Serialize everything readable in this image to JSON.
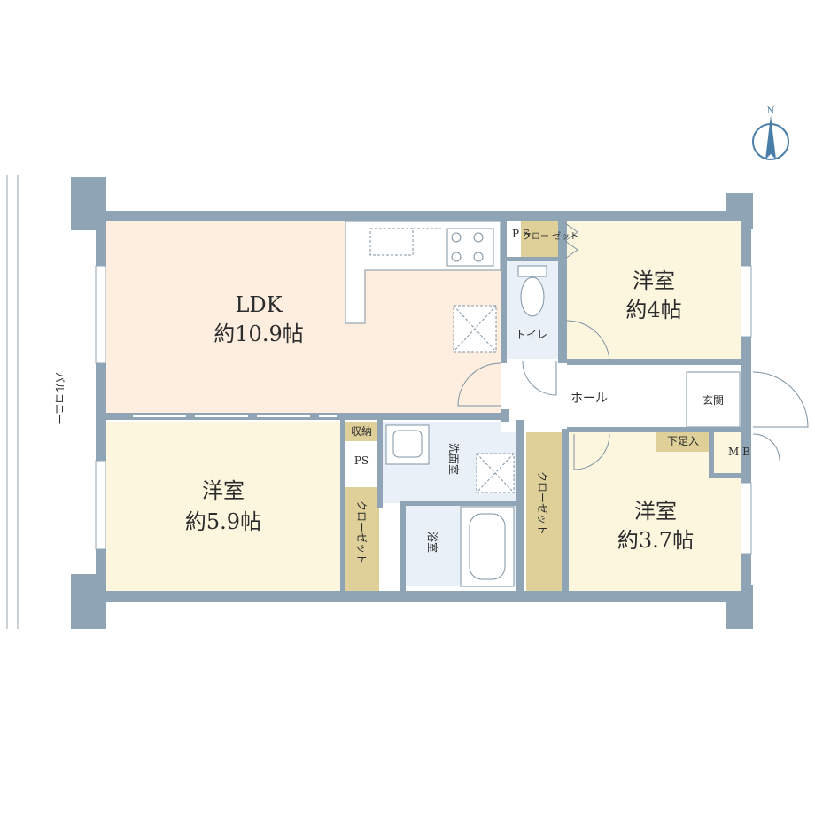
{
  "rooms": {
    "ldk": {
      "name": "LDK",
      "size": "約10.9帖"
    },
    "western_4": {
      "name": "洋室",
      "size": "約4帖"
    },
    "western_59": {
      "name": "洋室",
      "size": "約5.9帖"
    },
    "western_37": {
      "name": "洋室",
      "size": "約3.7帖"
    },
    "toilet": "トイレ",
    "hall": "ホール",
    "entrance": "玄関",
    "shoe_storage": "下足入",
    "washroom": "洗面室",
    "bath": "浴室",
    "storage": "収納",
    "ps_top": "P S",
    "ps_mid": "PS",
    "mb": "M B",
    "closet_small": "クロー ゼット",
    "closet_left": "クローゼット",
    "closet_right": "クローゼット"
  },
  "balcony": "バルコニー",
  "compass": {
    "north": "N"
  },
  "colors": {
    "wall": "#8fa4b4",
    "ldk_floor": "#fdeee0",
    "room_floor": "#fdf6df",
    "wet_floor": "#e9f0f8",
    "hall_floor": "#ffffff",
    "closet_floor": "#dfd09a",
    "compass": "#4a7ea8"
  }
}
